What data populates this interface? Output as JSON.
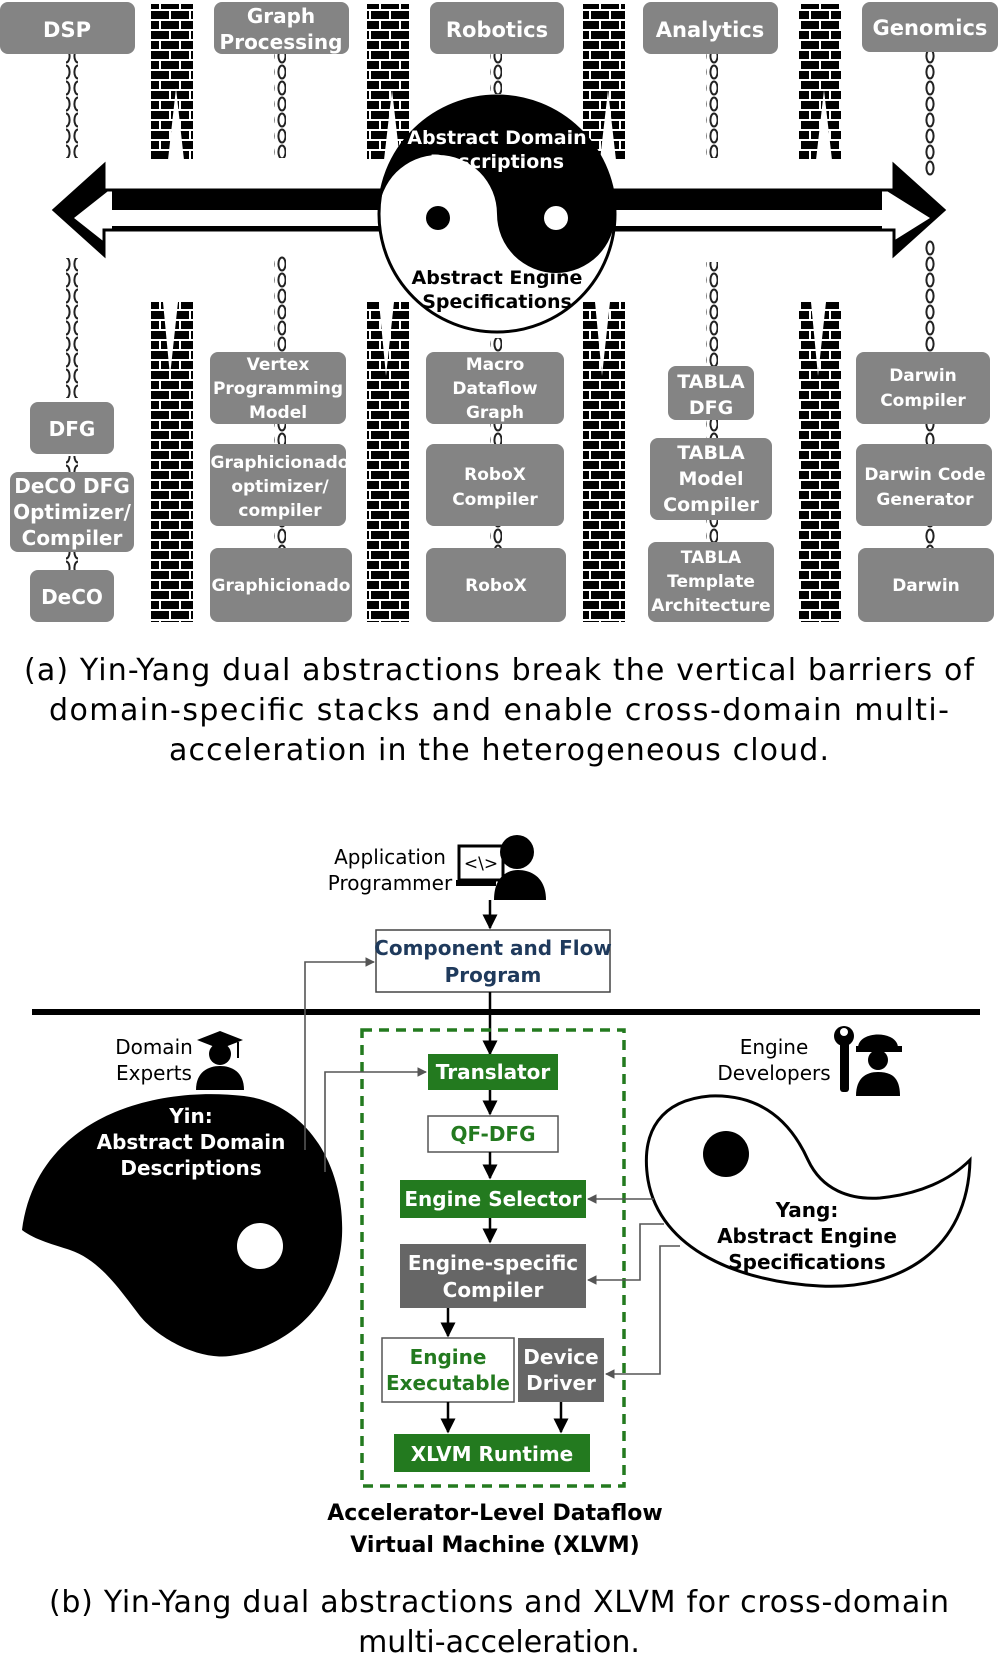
{
  "top_domains": [
    "DSP",
    "Graph\nProcessing",
    "Robotics",
    "Analytics",
    "Genomics"
  ],
  "yin_top_text": "Abstract Domain\nDescriptions",
  "yang_bottom_text": "Abstract Engine\nSpecifications",
  "stacks": {
    "dsp": [
      "DFG",
      "DeCO DFG\nOptimizer/\nCompiler",
      "DeCO"
    ],
    "graph": [
      "Vertex\nProgramming\nModel",
      "Graphicionado\noptimizer/\ncompiler",
      "Graphicionado"
    ],
    "robotics": [
      "Macro\nDataflow\nGraph",
      "RoboX\nCompiler",
      "RoboX"
    ],
    "analytics": [
      "TABLA\nDFG",
      "TABLA\nModel\nCompiler",
      "TABLA\nTemplate\nArchitecture"
    ],
    "genomics": [
      "Darwin\nCompiler",
      "Darwin Code\nGenerator",
      "Darwin"
    ]
  },
  "caption_a": [
    "(a) Yin-Yang dual  abstractions  break  the  vertical  barriers of",
    "domain-specific  stacks  and  enable  cross-domain  multi-",
    "acceleration  in  the  heterogeneous  cloud."
  ],
  "part_b": {
    "app_programmer": "Application\nProgrammer",
    "code_glyph": "<\\>",
    "component_program": "Component and Flow\nProgram",
    "domain_experts": "Domain\nExperts",
    "engine_developers": "Engine\nDevelopers",
    "yin_label": "Yin:\nAbstract Domain\nDescriptions",
    "yang_label": "Yang:\nAbstract Engine\nSpecifications",
    "translator": "Translator",
    "qf_dfg": "QF-DFG",
    "engine_selector": "Engine Selector",
    "engine_compiler": "Engine-specific\nCompiler",
    "engine_executable": "Engine\nExecutable",
    "device_driver": "Device\nDriver",
    "runtime": "XLVM Runtime",
    "xlvm_label": "Accelerator-Level Dataflow\nVirtual Machine (XLVM)"
  },
  "caption_b": [
    "(b) Yin-Yang dual abstractions and XLVM for cross-domain",
    "multi-acceleration."
  ],
  "colors": {
    "gray_box": "#848484",
    "dark_gray": "#666666",
    "green": "#237a1f",
    "navy": "#1f3a5c"
  }
}
